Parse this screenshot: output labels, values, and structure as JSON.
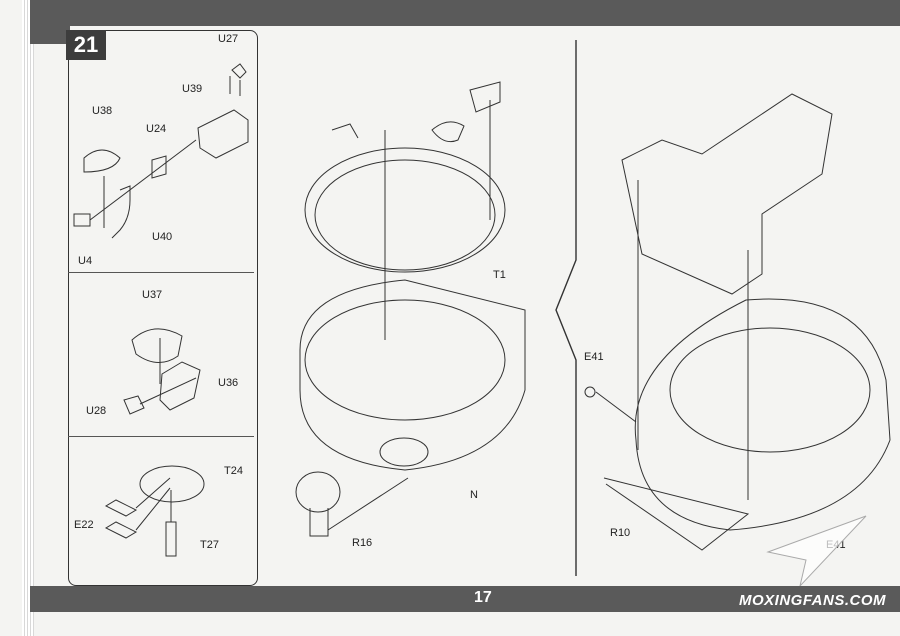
{
  "step_number": "21",
  "page_number": "17",
  "watermark_text": "MOXINGFANS.COM",
  "panel_a": {
    "labels": [
      "U27",
      "U39",
      "U38",
      "U24",
      "U40",
      "U4"
    ]
  },
  "panel_b": {
    "labels": [
      "U37",
      "U36",
      "U28"
    ]
  },
  "panel_c": {
    "labels": [
      "T24",
      "E22",
      "T27"
    ]
  },
  "center": {
    "labels": [
      "T1",
      "N",
      "R16"
    ]
  },
  "right": {
    "labels": [
      "E41",
      "R10",
      "E41"
    ]
  }
}
